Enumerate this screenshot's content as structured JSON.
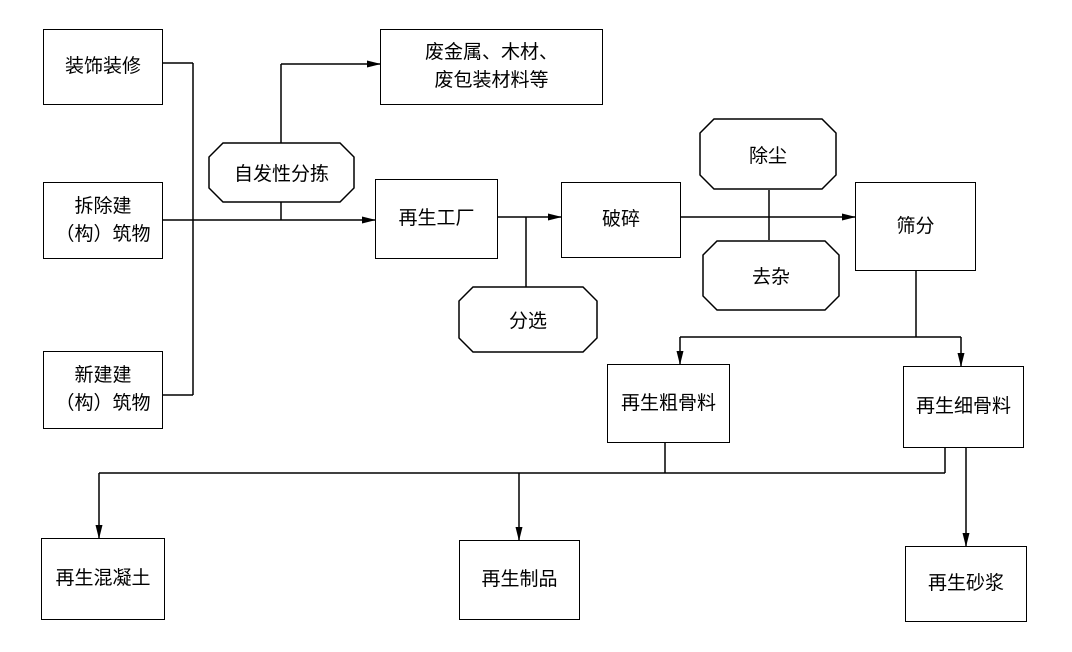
{
  "nodes": {
    "decoration": "装饰装修",
    "demolition_line1": "拆除建",
    "demolition_line2": "（构）筑物",
    "newbuild_line1": "新建建",
    "newbuild_line2": "（构）筑物",
    "scrap_line1": "废金属、木材、",
    "scrap_line2": "废包装材料等",
    "plant": "再生工厂",
    "crushing": "破碎",
    "screening": "筛分",
    "coarse": "再生粗骨料",
    "fine": "再生细骨料",
    "concrete": "再生混凝土",
    "products": "再生制品",
    "mortar": "再生砂浆"
  },
  "processes": {
    "sorting_spontaneous": "自发性分拣",
    "separation": "分选",
    "dust_removal": "除尘",
    "impurity_removal": "去杂"
  }
}
